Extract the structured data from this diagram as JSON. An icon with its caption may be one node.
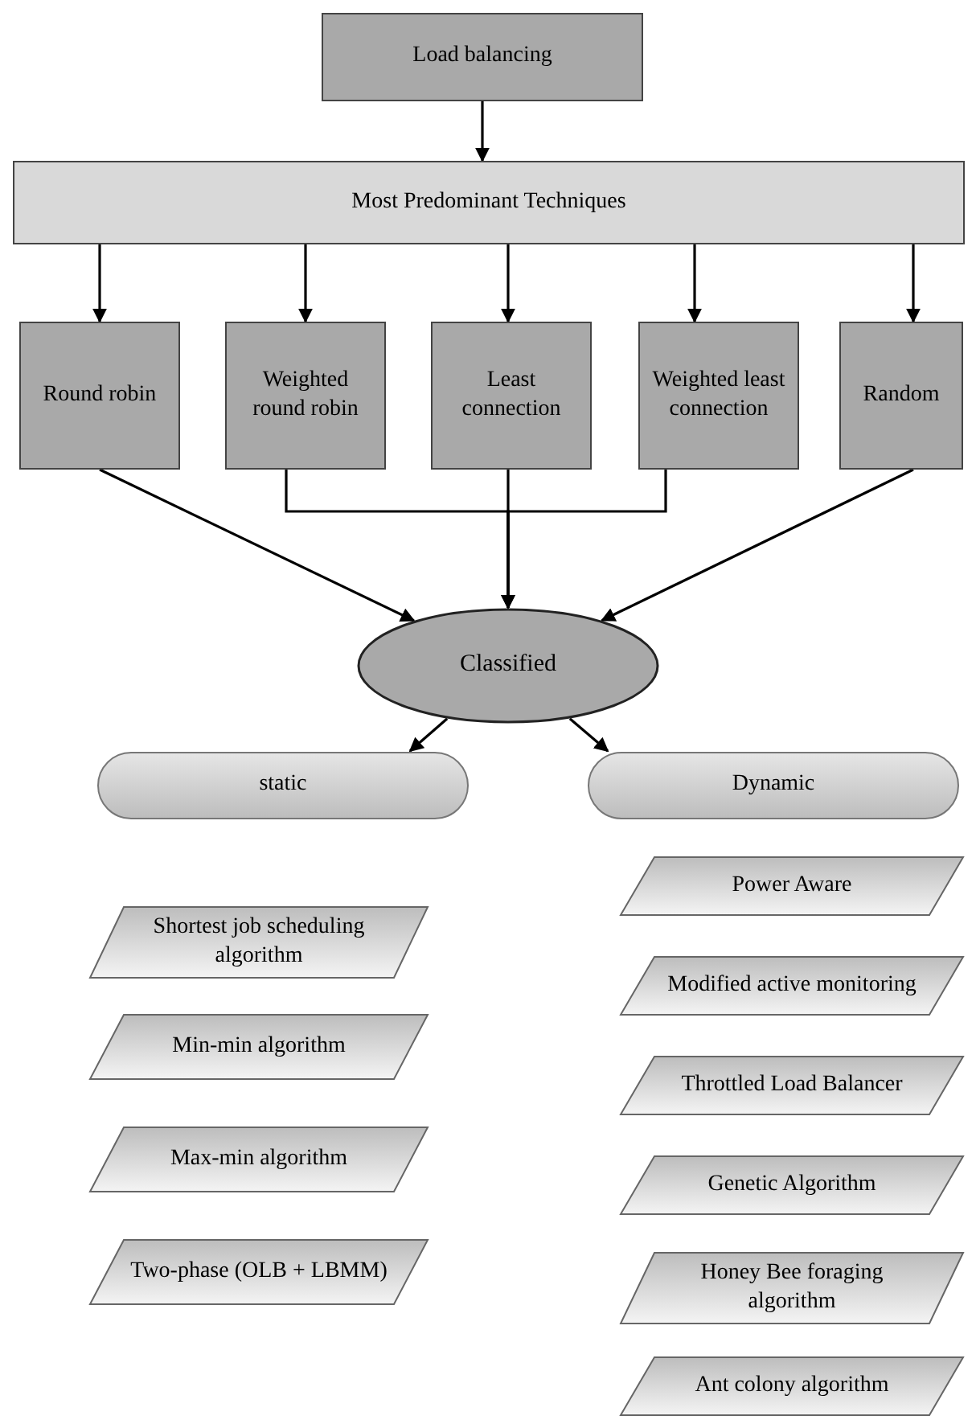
{
  "diagram": {
    "nodes": [
      {
        "text": [
          "Load balancing"
        ]
      },
      {
        "text": [
          "Most Predominant Techniques"
        ]
      },
      {
        "text": [
          "Round robin"
        ]
      },
      {
        "text": [
          "Weighted round robin"
        ]
      },
      {
        "text": [
          "Least connection"
        ]
      },
      {
        "text": [
          "Weighted least connection"
        ]
      },
      {
        "text": [
          "Random"
        ]
      },
      {
        "text": [
          "Classified"
        ]
      },
      {
        "text": [
          "static"
        ]
      },
      {
        "text": [
          "Dynamic"
        ]
      },
      {
        "text": [
          "Shortest job scheduling algorithm"
        ]
      },
      {
        "text": [
          "Min-min algorithm"
        ]
      },
      {
        "text": [
          "Max-min algorithm"
        ]
      },
      {
        "text": [
          "Two-phase (OLB + LBMM)"
        ]
      },
      {
        "text": [
          "Power Aware"
        ]
      },
      {
        "text": [
          "Modified active monitoring"
        ]
      },
      {
        "text": [
          "Throttled Load Balancer"
        ]
      },
      {
        "text": [
          "Genetic Algorithm"
        ]
      },
      {
        "text": [
          "Honey Bee foraging algorithm"
        ]
      },
      {
        "text": [
          "Ant colony algorithm"
        ]
      }
    ],
    "edges": [
      {
        "from": 0,
        "to": 1,
        "arrow": "to"
      },
      {
        "from": 1,
        "to": 2,
        "arrow": "to"
      },
      {
        "from": 1,
        "to": 3,
        "arrow": "to"
      },
      {
        "from": 1,
        "to": 4,
        "arrow": "to"
      },
      {
        "from": 1,
        "to": 5,
        "arrow": "to"
      },
      {
        "from": 1,
        "to": 6,
        "arrow": "to"
      },
      {
        "from": 2,
        "to": 7,
        "arrow": "to"
      },
      {
        "from": 3,
        "to": 7,
        "arrow": "to"
      },
      {
        "from": 4,
        "to": 7,
        "arrow": "to"
      },
      {
        "from": 5,
        "to": 7,
        "arrow": "to"
      },
      {
        "from": 6,
        "to": 7,
        "arrow": "to"
      },
      {
        "from": 7,
        "to": 8,
        "arrow": "to"
      },
      {
        "from": 7,
        "to": 9,
        "arrow": "to"
      }
    ]
  }
}
